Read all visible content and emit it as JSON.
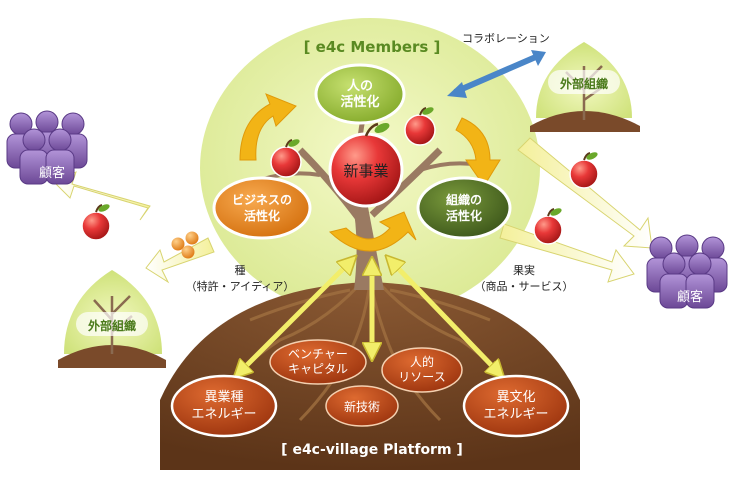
{
  "members_title": "[ e4c Members ]",
  "platform_title": "[ e4c-village Platform ]",
  "collaboration_label": "コラボレーション",
  "center_label": "新事業",
  "nodes": {
    "people": [
      "人の",
      "活性化"
    ],
    "business": [
      "ビジネスの",
      "活性化"
    ],
    "organization": [
      "組織の",
      "活性化"
    ]
  },
  "seed_label": {
    "title": "種",
    "detail": "（特許・アイディア）"
  },
  "fruit_label": {
    "title": "果実",
    "detail": "（商品・サービス）"
  },
  "external_org_label": "外部組織",
  "customer_label": "顧客",
  "resources": {
    "venture": [
      "ベンチャー",
      "キャピタル"
    ],
    "human": [
      "人的",
      "リソース"
    ],
    "tech": [
      "新技術"
    ],
    "industry": [
      "異業種",
      "エネルギー"
    ],
    "culture": [
      "異文化",
      "エネルギー"
    ]
  },
  "colors": {
    "canopy": "#e4f0a4",
    "soil": "#7a4a2a",
    "people_node": "#9cc03c",
    "business_node": "#e8841e",
    "organization_node": "#4e6a24",
    "resource_node": "#b8431a",
    "customer": "#8a62b4",
    "apple": "#e23a3a",
    "cycle_arrow": "#f2b416",
    "collab_arrow": "#4a86c8"
  }
}
